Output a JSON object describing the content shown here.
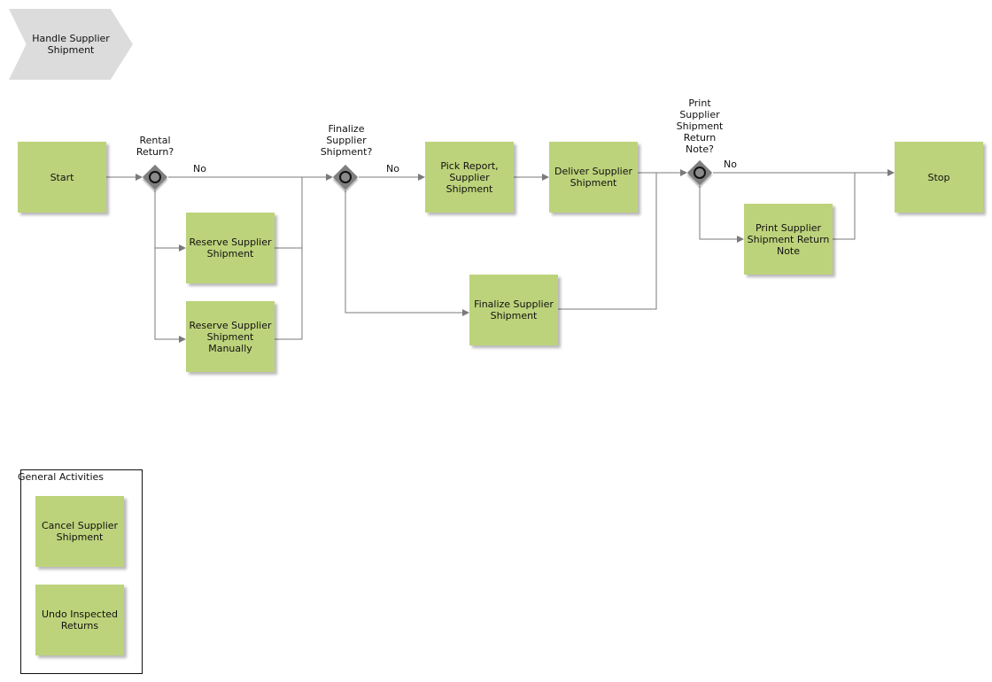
{
  "process": {
    "title": "Handle Supplier Shipment"
  },
  "group": {
    "title": "General Activities"
  },
  "nodes": {
    "start": "Start",
    "reserve": "Reserve Supplier Shipment",
    "reserve_manually": "Reserve Supplier Shipment Manually",
    "pick_report": "Pick Report, Supplier Shipment",
    "deliver": "Deliver Supplier Shipment",
    "finalize": "Finalize Supplier Shipment",
    "print_return_note": "Print Supplier Shipment Return Note",
    "stop": "Stop",
    "cancel": "Cancel Supplier Shipment",
    "undo_inspected": "Undo Inspected Returns"
  },
  "gateways": {
    "rental_return": "Rental Return?",
    "finalize_q": "Finalize Supplier Shipment?",
    "print_q": "Print Supplier Shipment Return Note?"
  },
  "edge_labels": {
    "no1": "No",
    "no2": "No",
    "no3": "No"
  },
  "colors": {
    "activity": "#bdd37b",
    "gateway": "#7f7f7f",
    "edge": "#7a7a7a",
    "process_header": "#dcdcdc"
  }
}
